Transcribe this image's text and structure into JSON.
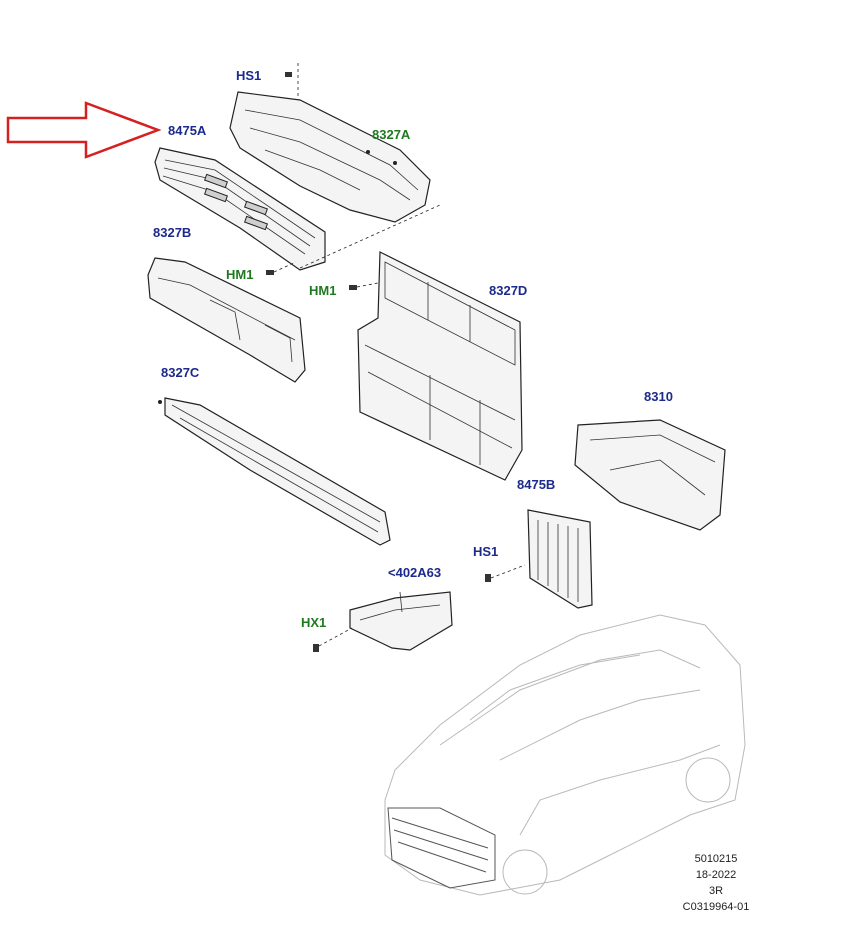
{
  "callouts": [
    {
      "id": "hs1_top",
      "text": "HS1",
      "color": "#1c2a8c"
    },
    {
      "id": "p8475a",
      "text": "8475A",
      "color": "#1c2a8c"
    },
    {
      "id": "p8327a",
      "text": "8327A",
      "color": "#1f7a1f"
    },
    {
      "id": "p8327b",
      "text": "8327B",
      "color": "#1c2a8c"
    },
    {
      "id": "hm1_left",
      "text": "HM1",
      "color": "#1f7a1f"
    },
    {
      "id": "hm1_mid",
      "text": "HM1",
      "color": "#1f7a1f"
    },
    {
      "id": "p8327d",
      "text": "8327D",
      "color": "#1c2a8c"
    },
    {
      "id": "p8327c",
      "text": "8327C",
      "color": "#1c2a8c"
    },
    {
      "id": "p8310",
      "text": "8310",
      "color": "#1c2a8c"
    },
    {
      "id": "p8475b",
      "text": "8475B",
      "color": "#1c2a8c"
    },
    {
      "id": "hs1_bottom",
      "text": "HS1",
      "color": "#1c2a8c"
    },
    {
      "id": "p402a63",
      "text": "<402A63",
      "color": "#1c2a8c"
    },
    {
      "id": "hx1",
      "text": "HX1",
      "color": "#1f7a1f"
    }
  ],
  "reference_codes": [
    "5010215",
    "18-2022",
    "3R",
    "C0319964-01"
  ],
  "pointer_arrow": {
    "color": "#d42020",
    "points_to": "8475A"
  }
}
